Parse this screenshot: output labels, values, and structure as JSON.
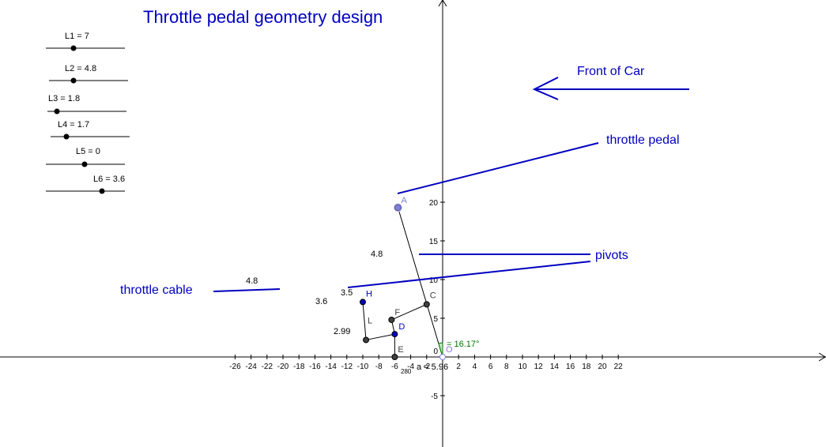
{
  "title": "Throttle pedal geometry design",
  "sliders": [
    {
      "label": "L1 = 7",
      "value": 7
    },
    {
      "label": "L2 = 4.8",
      "value": 4.8
    },
    {
      "label": "L3 = 1.8",
      "value": 1.8
    },
    {
      "label": "L4 = 1.7",
      "value": 1.7
    },
    {
      "label": "L5 = 0",
      "value": 0
    },
    {
      "label": "L6 = 3.6",
      "value": 3.6
    }
  ],
  "annotations": {
    "front_of_car": "Front of Car",
    "throttle_pedal": "throttle pedal",
    "pivots": "pivots",
    "throttle_cable": "throttle cable"
  },
  "axes": {
    "x_ticks": [
      -26,
      -24,
      -22,
      -20,
      -18,
      -16,
      -14,
      -12,
      -10,
      -8,
      -6,
      -4,
      -2,
      0,
      2,
      4,
      6,
      8,
      10,
      12,
      14,
      16,
      18,
      20,
      22
    ],
    "y_ticks": [
      -5,
      0,
      5,
      10,
      15,
      20
    ]
  },
  "points": [
    {
      "name": "A",
      "x": -5.6,
      "y": 19.3
    },
    {
      "name": "C",
      "x": -2.0,
      "y": 6.8
    },
    {
      "name": "F",
      "x": -6.4,
      "y": 4.8
    },
    {
      "name": "D",
      "x": -6.0,
      "y": 2.95
    },
    {
      "name": "E",
      "x": -6.0,
      "y": 0
    },
    {
      "name": "L",
      "x": -9.6,
      "y": 2.2
    },
    {
      "name": "H",
      "x": -10.0,
      "y": 7.1
    },
    {
      "name": "O",
      "x": 0,
      "y": 0
    }
  ],
  "segment_labels": {
    "cf": "4.8",
    "lh": "4.8",
    "ld": "3.6",
    "fd": "3.5",
    "de": "2.99",
    "a_label": "a = 5.96",
    "angle_label": "= 16.17°",
    "small_280": "280"
  },
  "colors": {
    "annotation": "#0000c0",
    "axis": "#000000",
    "point_blue": "#0000c0",
    "point_dark": "#404040",
    "angle": "#007700"
  }
}
